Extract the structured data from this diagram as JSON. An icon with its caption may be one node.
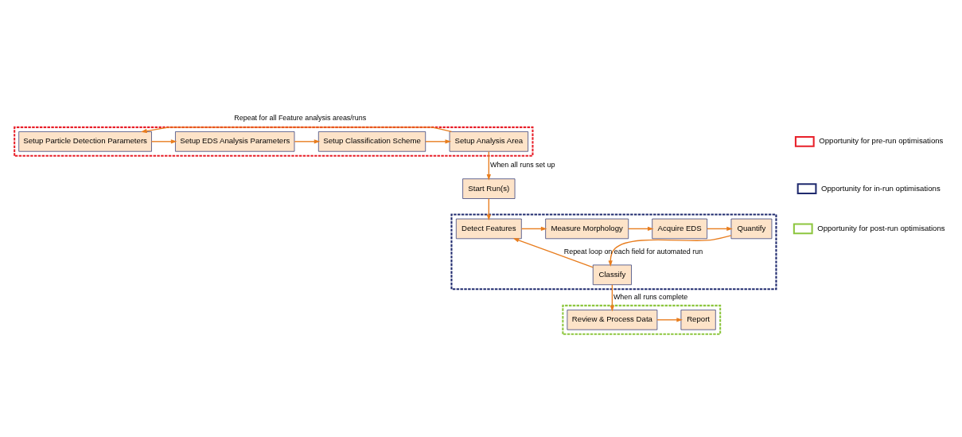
{
  "diagram": {
    "nodes": [
      {
        "text": [],
        "shape": "box"
      },
      {
        "text": [
          "Setup Particle Detection Parameters"
        ],
        "in": 0
      },
      {
        "text": [
          "Setup EDS Analysis Parameters"
        ],
        "in": 0
      },
      {
        "text": [
          "Setup Classification Scheme"
        ],
        "in": 0
      },
      {
        "text": [
          "Setup Analysis Area"
        ],
        "in": 0
      },
      {
        "text": [
          "Start Run(s)"
        ]
      },
      {
        "text": [],
        "shape": "box"
      },
      {
        "text": [
          "Detect Features"
        ],
        "in": 6
      },
      {
        "text": [
          "Measure Morphology"
        ],
        "in": 6
      },
      {
        "text": [
          "Acquire EDS"
        ],
        "in": 6
      },
      {
        "text": [
          "Quantify"
        ],
        "in": 6
      },
      {
        "text": [
          "Classify"
        ],
        "in": 6
      },
      {
        "text": [],
        "shape": "box"
      },
      {
        "text": [
          "Review & Process Data"
        ],
        "in": 12
      },
      {
        "text": [
          "Report"
        ],
        "in": 12
      }
    ],
    "edges": [
      {
        "from": 1,
        "to": 2,
        "arrow": "to"
      },
      {
        "from": 2,
        "to": 3,
        "arrow": "to"
      },
      {
        "from": 3,
        "to": 4,
        "arrow": "to"
      },
      {
        "from": 4,
        "to": 1,
        "arrow": "to",
        "label": "Repeat for all Feature analysis areas/runs"
      },
      {
        "from": 4,
        "to": 5,
        "arrow": "to",
        "label": "When all runs set up"
      },
      {
        "from": 5,
        "to": 7,
        "arrow": "to"
      },
      {
        "from": 7,
        "to": 8,
        "arrow": "to"
      },
      {
        "from": 8,
        "to": 9,
        "arrow": "to"
      },
      {
        "from": 9,
        "to": 10,
        "arrow": "to"
      },
      {
        "from": 10,
        "to": 11,
        "arrow": "to"
      },
      {
        "from": 11,
        "to": 7,
        "arrow": "to",
        "label": "Repeat loop on each field for automated run"
      },
      {
        "from": 11,
        "to": 13,
        "arrow": "to",
        "label": "When all runs complete"
      },
      {
        "from": 13,
        "to": 14,
        "arrow": "to"
      }
    ],
    "legend": [
      {
        "text": "Opportunity for pre-run optimisations"
      },
      {
        "text": "Opportunity for in-run optimisations"
      },
      {
        "text": "Opportunity for post-run optimisations"
      }
    ]
  }
}
